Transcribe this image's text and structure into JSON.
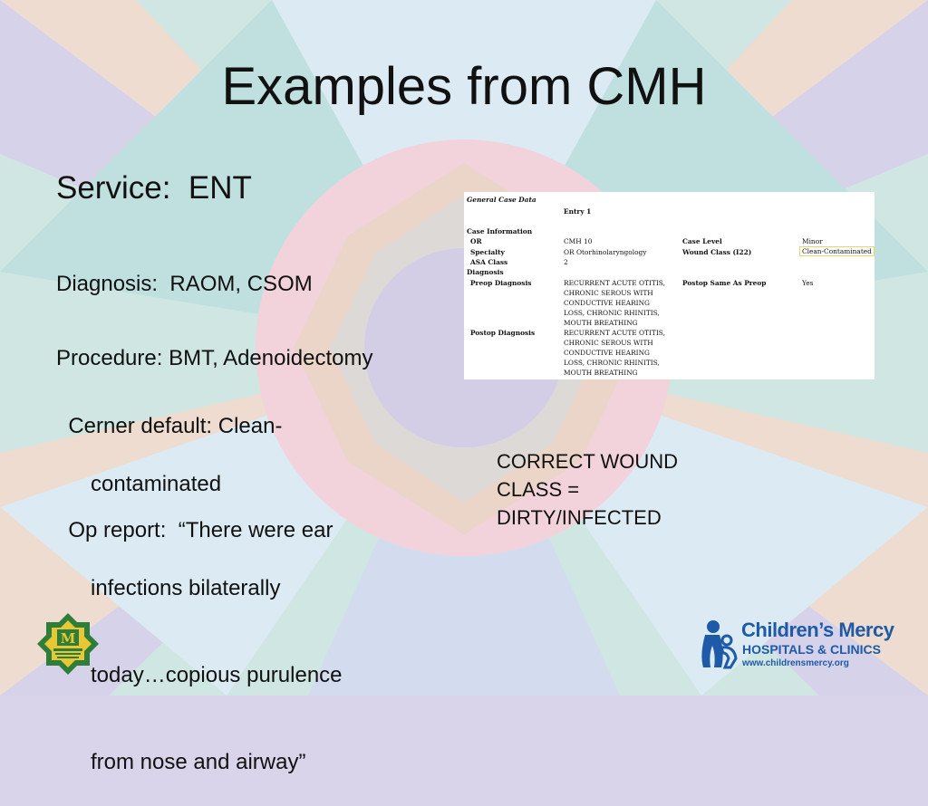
{
  "slide": {
    "title": "Examples from CMH",
    "service": "Service:  ENT",
    "diagnosis": "Diagnosis:  RAOM, CSOM",
    "procedure": "Procedure: BMT, Adenoidectomy",
    "cerner_line1": "Cerner default: Clean-",
    "cerner_line2": "contaminated",
    "op_line1": "Op report:  “There were ear",
    "op_line2": "infections bilaterally",
    "op_line3": "today…copious purulence",
    "op_line4": "from nose and airway”",
    "correct_line1": "CORRECT WOUND",
    "correct_line2": "CLASS =",
    "correct_line3": "DIRTY/INFECTED"
  },
  "emr": {
    "header": "General Case Data",
    "entry": "Entry 1",
    "case_info": "Case Information",
    "or_label": "OR",
    "or_value": "CMH 10",
    "specialty_label": "Specialty",
    "specialty_value": "OR Otorhinolaryngology",
    "asa_label": "ASA Class",
    "asa_value": "2",
    "case_level_label": "Case Level",
    "case_level_value": "Minor",
    "wound_label": "Wound Class (I22)",
    "wound_value": "Clean-Contaminated",
    "diagnosis": "Diagnosis",
    "preop_label": "Preop Diagnosis",
    "postop_same_label": "Postop Same As Preop",
    "postop_same_value": "Yes",
    "postop_label": "Postop Diagnosis",
    "dx_lines": [
      "RECURRENT ACUTE OTITIS,",
      "CHRONIC SEROUS WITH",
      "CONDUCTIVE HEARING",
      "LOSS, CHRONIC RHINITIS,",
      "MOUTH BREATHING"
    ]
  },
  "logos": {
    "magnet_letter": "M",
    "org_line1": "Children’s Mercy",
    "org_line2": "HOSPITALS & CLINICS",
    "org_url": "www.childrensmercy.org"
  },
  "colors": {
    "logo_blue": "#1e5aa8",
    "magnet_green": "#2f7d3a",
    "magnet_gold": "#e7c733"
  }
}
